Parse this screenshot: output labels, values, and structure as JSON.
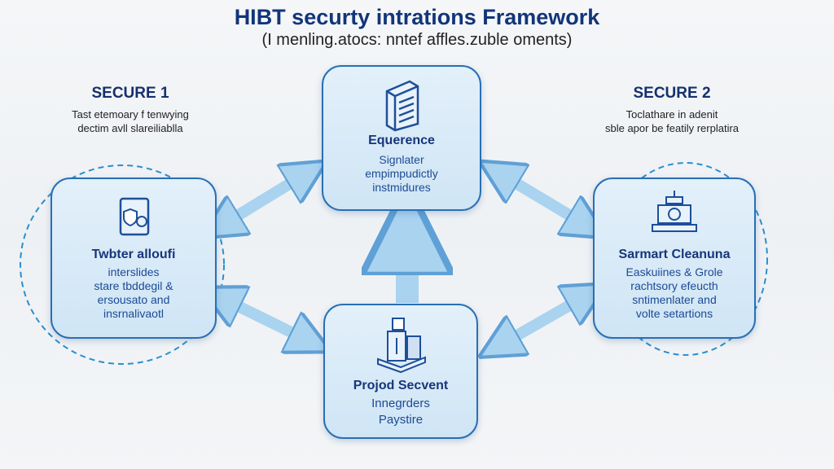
{
  "header": {
    "title": "HIBT securty intrations Framework",
    "subtitle": "(I menling.atocs: nntef affles.zuble oments)"
  },
  "secure_left": {
    "heading": "SECURE 1",
    "lines": [
      "Tast etemoary f tenwying",
      "dectim avll slareiliablla"
    ]
  },
  "secure_right": {
    "heading": "SECURE 2",
    "lines": [
      "Toclathare in adenit",
      "sble apor be featily rerplatira"
    ]
  },
  "nodes": {
    "top": {
      "title": "Equerence",
      "lines": [
        "Signlater",
        "empimpudictly",
        "instmidures"
      ],
      "icon": "server-icon"
    },
    "left": {
      "title": "Twbter alloufi",
      "lines": [
        "interslides",
        "stare tbddegil &",
        "ersousato and",
        "insrnalivaotl"
      ],
      "icon": "secure-document-icon"
    },
    "right": {
      "title": "Sarmart Cleanuna",
      "lines": [
        "Easkuiines & Grole",
        "rachtsory efeucth",
        "sntimenlater and",
        "volte setartions"
      ],
      "icon": "blockchain-icon"
    },
    "bottom": {
      "title": "Projod Secvent",
      "lines": [
        "Innegrders",
        "Paystire"
      ],
      "icon": "hardware-stack-icon"
    }
  },
  "colors": {
    "accent": "#2a6fb3",
    "title": "#12357a",
    "arrow": "#a9d3ef"
  }
}
